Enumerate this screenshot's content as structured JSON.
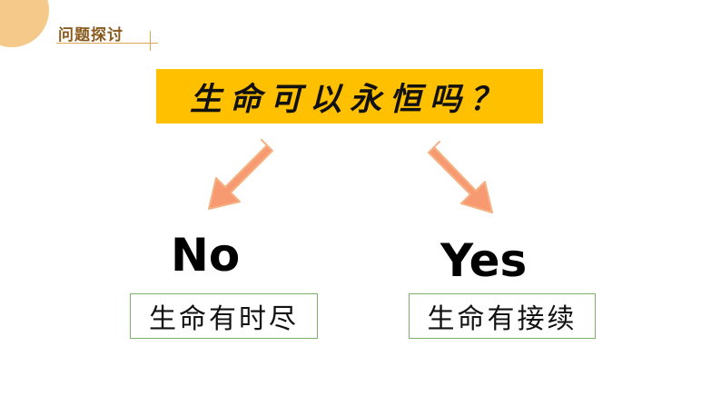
{
  "header": {
    "section_title": "问题探讨"
  },
  "question": {
    "text": "生命可以永恒吗？"
  },
  "answers": [
    {
      "word": "No",
      "explanation": "生命有时尽"
    },
    {
      "word": "Yes",
      "explanation": "生命有接续"
    }
  ],
  "colors": {
    "accent": "#ffc000",
    "corner": "#f5c98a",
    "title_text": "#8a5a1e",
    "arrow_fill": "#f79a72",
    "box_border": "#7fb069"
  },
  "icons": [
    "arrow-down-left-icon",
    "arrow-down-right-icon"
  ]
}
